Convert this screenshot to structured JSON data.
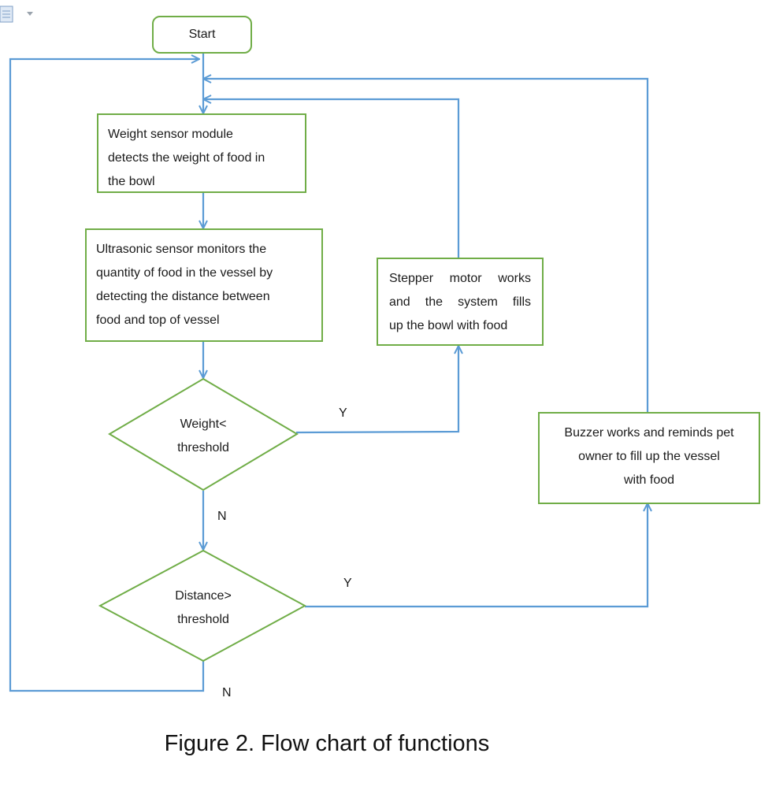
{
  "colors": {
    "edge": "#5b9bd5",
    "node_border": "#70ad47"
  },
  "nodes": {
    "start": "Start",
    "weight_sensor": [
      "Weight sensor module",
      "detects the weight of food in",
      "the bowl"
    ],
    "ultrasonic": [
      "Ultrasonic sensor monitors the",
      "quantity of food in the vessel by",
      "detecting the distance between",
      "food and top of vessel"
    ],
    "stepper": [
      "Stepper motor works",
      "and the system fills",
      "up the bowl with food"
    ],
    "buzzer": [
      "Buzzer works and reminds pet",
      "owner to fill up the vessel",
      "with food"
    ]
  },
  "decisions": {
    "weight": [
      "Weight<",
      "threshold"
    ],
    "distance": [
      "Distance>",
      "threshold"
    ]
  },
  "edge_labels": {
    "weight_yes": "Y",
    "weight_no": "N",
    "distance_yes": "Y",
    "distance_no": "N"
  },
  "caption": "Figure 2. Flow chart of functions",
  "icons": {
    "document": "document-icon"
  }
}
